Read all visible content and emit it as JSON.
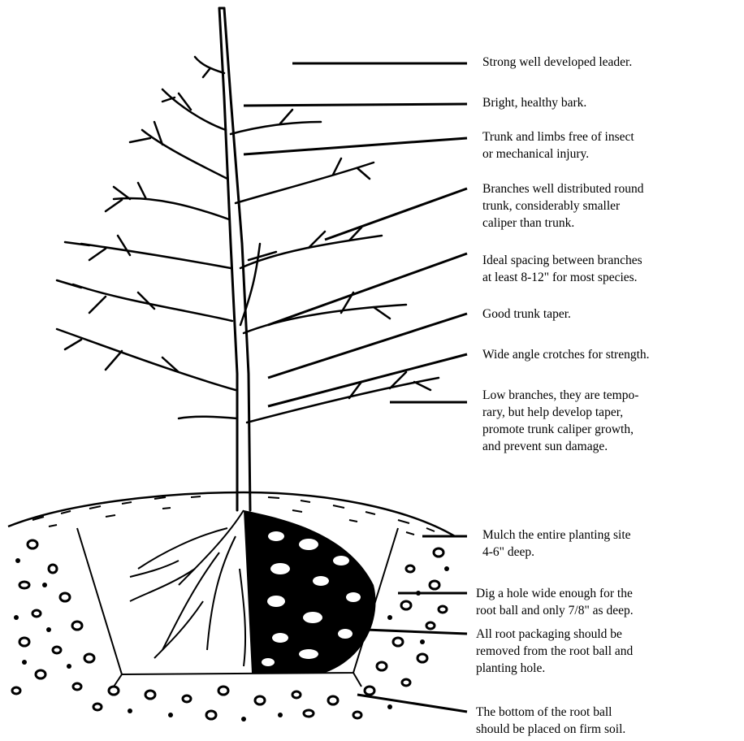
{
  "labels": [
    {
      "lines": [
        "Strong well developed leader."
      ]
    },
    {
      "lines": [
        "Bright, healthy bark."
      ]
    },
    {
      "lines": [
        "Trunk and limbs free of insect",
        "or mechanical injury."
      ]
    },
    {
      "lines": [
        "Branches well distributed round",
        "trunk, considerably smaller",
        "caliper than trunk."
      ]
    },
    {
      "lines": [
        "Ideal spacing between branches",
        "at least 8-12\" for most species."
      ]
    },
    {
      "lines": [
        "Good trunk taper."
      ]
    },
    {
      "lines": [
        "Wide angle crotches for strength."
      ]
    },
    {
      "lines": [
        "Low branches, they are tempo-",
        "rary, but help develop taper,",
        "promote trunk caliper growth,",
        "and prevent sun damage."
      ]
    },
    {
      "lines": [
        "Mulch the entire planting site",
        "4-6\" deep."
      ]
    },
    {
      "lines": [
        "Dig a hole wide enough for the",
        "root ball and only 7/8\" as deep."
      ]
    },
    {
      "lines": [
        "All root packaging should be",
        "removed from the root ball and",
        "planting hole."
      ]
    },
    {
      "lines": [
        "The bottom of the root ball",
        "should be placed on firm soil."
      ]
    }
  ]
}
